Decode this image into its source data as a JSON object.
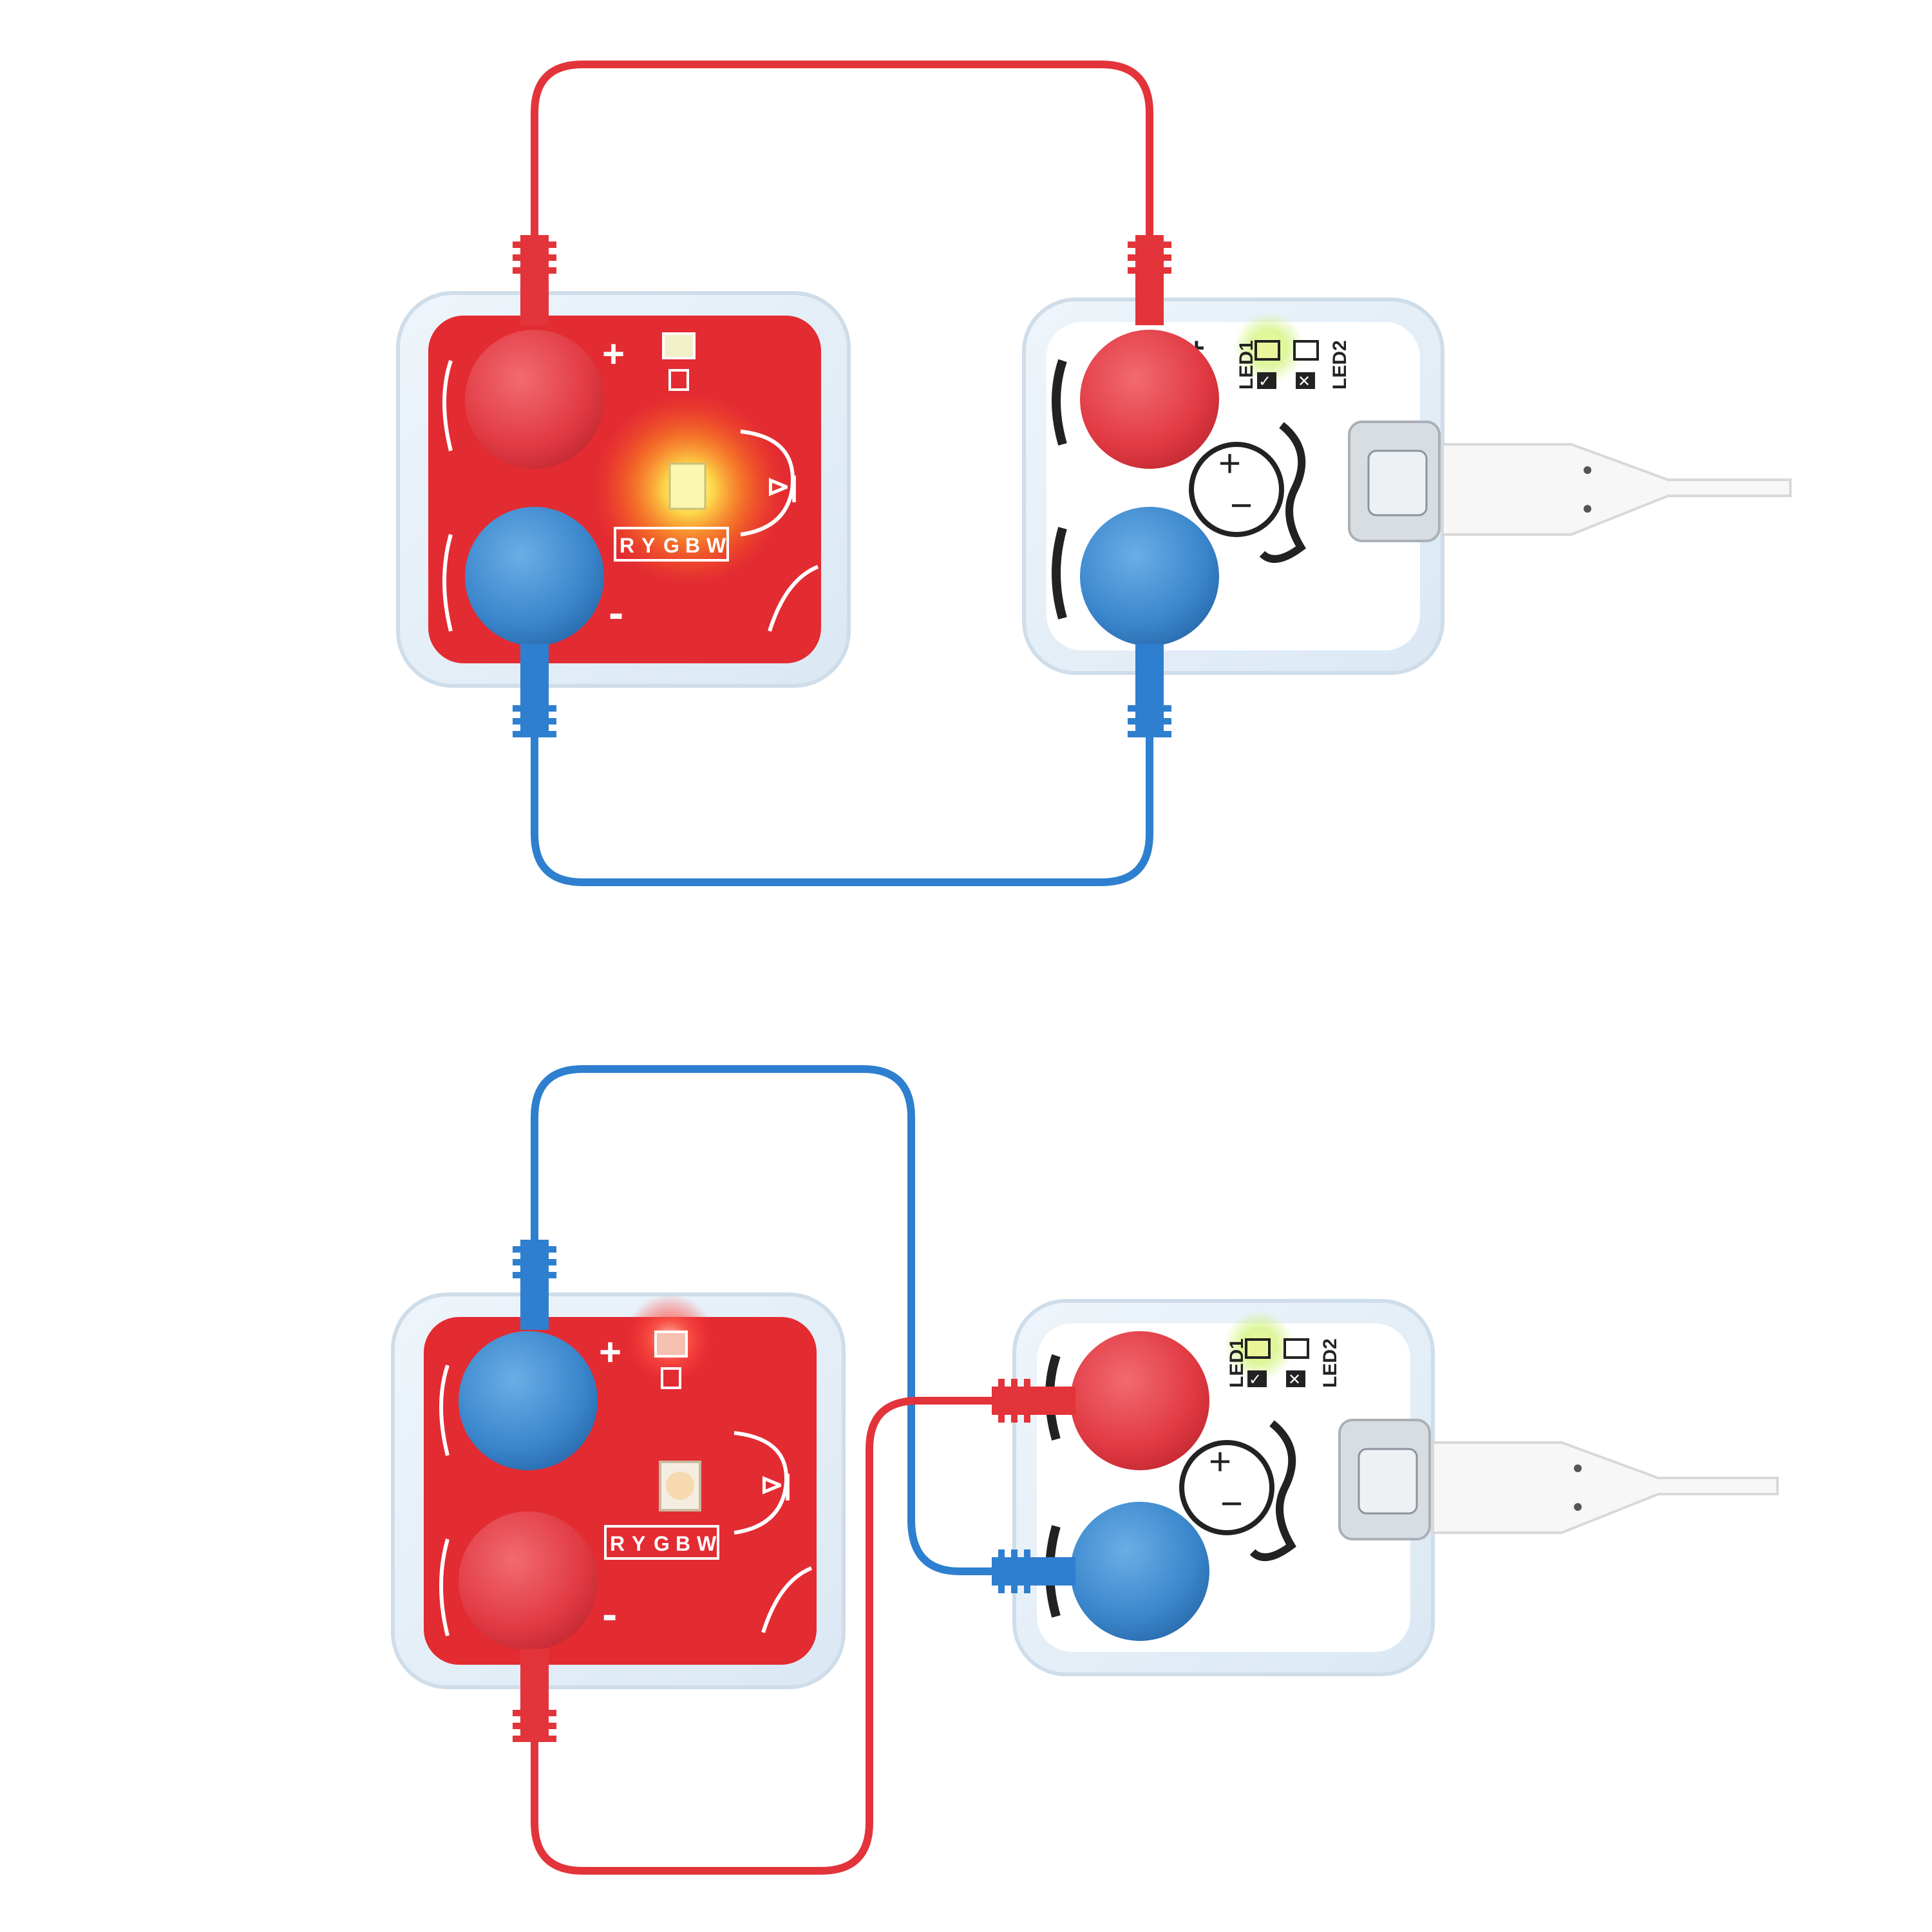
{
  "colors": {
    "background": "#ffffff",
    "red_board": "#e32b32",
    "white_board": "#ffffff",
    "red_wire": "#e2343a",
    "blue_wire": "#2e7fcf",
    "red_button": "#e8424a",
    "blue_button": "#3a86cc",
    "led_yellow_glow": "#ffd12a",
    "led_green_glow": "#c8f05a",
    "led_red_glow": "#ff5a4a"
  },
  "circuit_top": {
    "led_module": {
      "plus_label": "+",
      "minus_label": "-",
      "led_lit": true,
      "color_codes": [
        "R",
        "Y",
        "G",
        "B",
        "W"
      ]
    },
    "power_module": {
      "plus_label": "+",
      "led1_label": "LED1",
      "led2_label": "LED2",
      "status_ok_glyph": "✓",
      "status_fail_glyph": "✕",
      "face_plus": "+",
      "face_minus": "−",
      "led1_lit": true
    }
  },
  "circuit_bottom": {
    "led_module": {
      "plus_label": "+",
      "minus_label": "-",
      "led_lit": false,
      "indicator_lit": true,
      "color_codes": [
        "R",
        "Y",
        "G",
        "B",
        "W"
      ]
    },
    "power_module": {
      "led1_label": "LED1",
      "led2_label": "LED2",
      "status_ok_glyph": "✓",
      "status_fail_glyph": "✕",
      "face_plus": "+",
      "face_minus": "−",
      "led1_lit": true
    }
  },
  "icons": {
    "usb": "usb-c-connector-icon",
    "cable": "usb-cable-icon",
    "magnet": "snap-connector-icon"
  }
}
